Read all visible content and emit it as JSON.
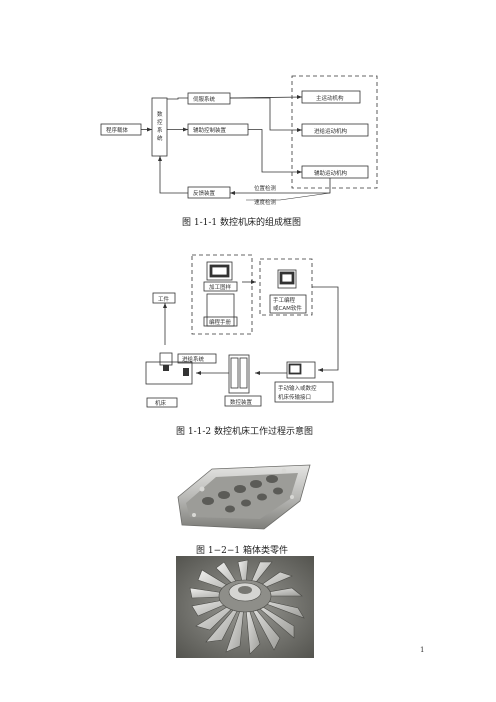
{
  "figure1": {
    "caption": "图 1-1-1  数控机床的组成框图",
    "program_carrier": "程序载体",
    "cnc_system": "数\n控\n系\n统",
    "servo_system": "伺服系统",
    "aux_control": "辅助控制装置",
    "feedback": "反馈装置",
    "main_motion": "主运动机构",
    "feed_motion": "进给运动机构",
    "aux_motion": "辅助运动机构",
    "position_detect": "位置检测",
    "speed_detect": "速度检测"
  },
  "figure2": {
    "caption": "图 1-1-2  数控机床工作过程示意图",
    "drawing": "加工图样",
    "program_sheet": "编程手册",
    "manual_programming": "手工编程",
    "cam_software": "或CAM软件",
    "workpiece": "工件",
    "feed_system": "进给系统",
    "machine": "机床",
    "cnc_device": "数控装置",
    "input_port_line1": "手动输入或数控",
    "input_port_line2": "机床传输接口"
  },
  "figure3": {
    "caption": "图 1−2−1    箱体类零件"
  },
  "page_number": "1"
}
